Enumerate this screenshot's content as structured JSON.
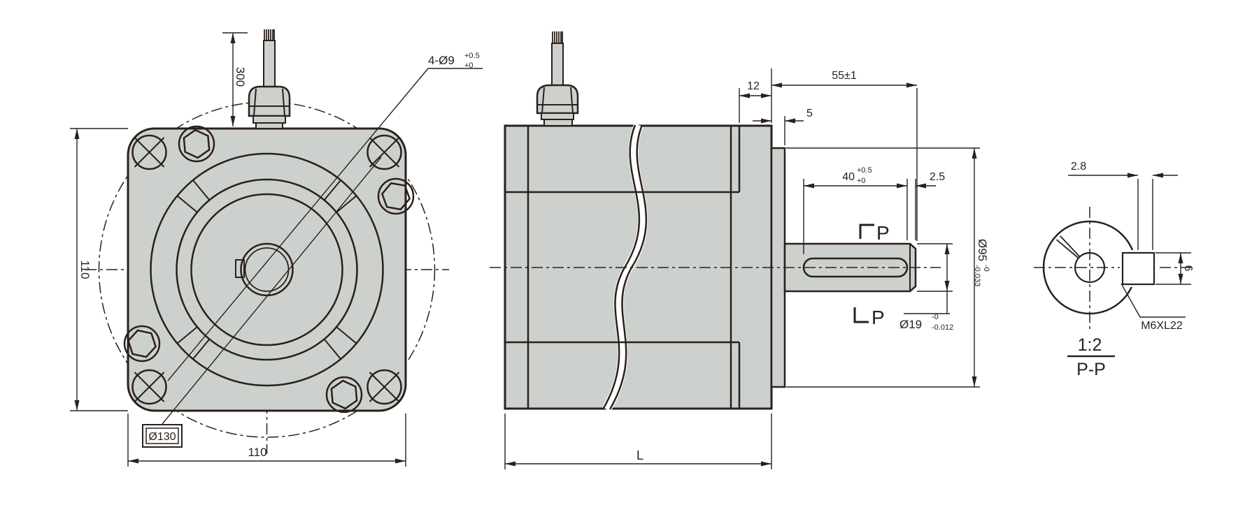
{
  "colors": {
    "line": "#2a201c",
    "part_fill": "#cdd1ce",
    "background": "#ffffff"
  },
  "front_view": {
    "dim_height": "110",
    "dim_width": "110",
    "dim_cable_length": "300",
    "bolt_circle_label": "Ø130",
    "holes_label_base": "4-Ø9",
    "holes_tol_top": "+0.5",
    "holes_tol_bot": "+0"
  },
  "side_view": {
    "dim_flange_thickness": "12",
    "dim_boss_length": "5",
    "dim_shaft_extension": "55±1",
    "dim_key_base": "40",
    "dim_key_tol_top": "+0.5",
    "dim_key_tol_bot": "+0",
    "dim_chamfer": "2.5",
    "shaft_dia_base": "Ø19",
    "shaft_dia_tol_top": "-0",
    "shaft_dia_tol_bot": "-0.012",
    "boss_dia_base": "Ø95",
    "boss_dia_tol_top": "-0",
    "boss_dia_tol_bot": "-0.033",
    "dim_body_length": "L",
    "section_mark_top": "P",
    "section_mark_bottom": "P"
  },
  "section_view": {
    "dim_key_protrusion": "2.8",
    "dim_key_width": "6",
    "thread_label": "M6XL22",
    "scale_label": "1:2",
    "view_title": "P-P"
  }
}
